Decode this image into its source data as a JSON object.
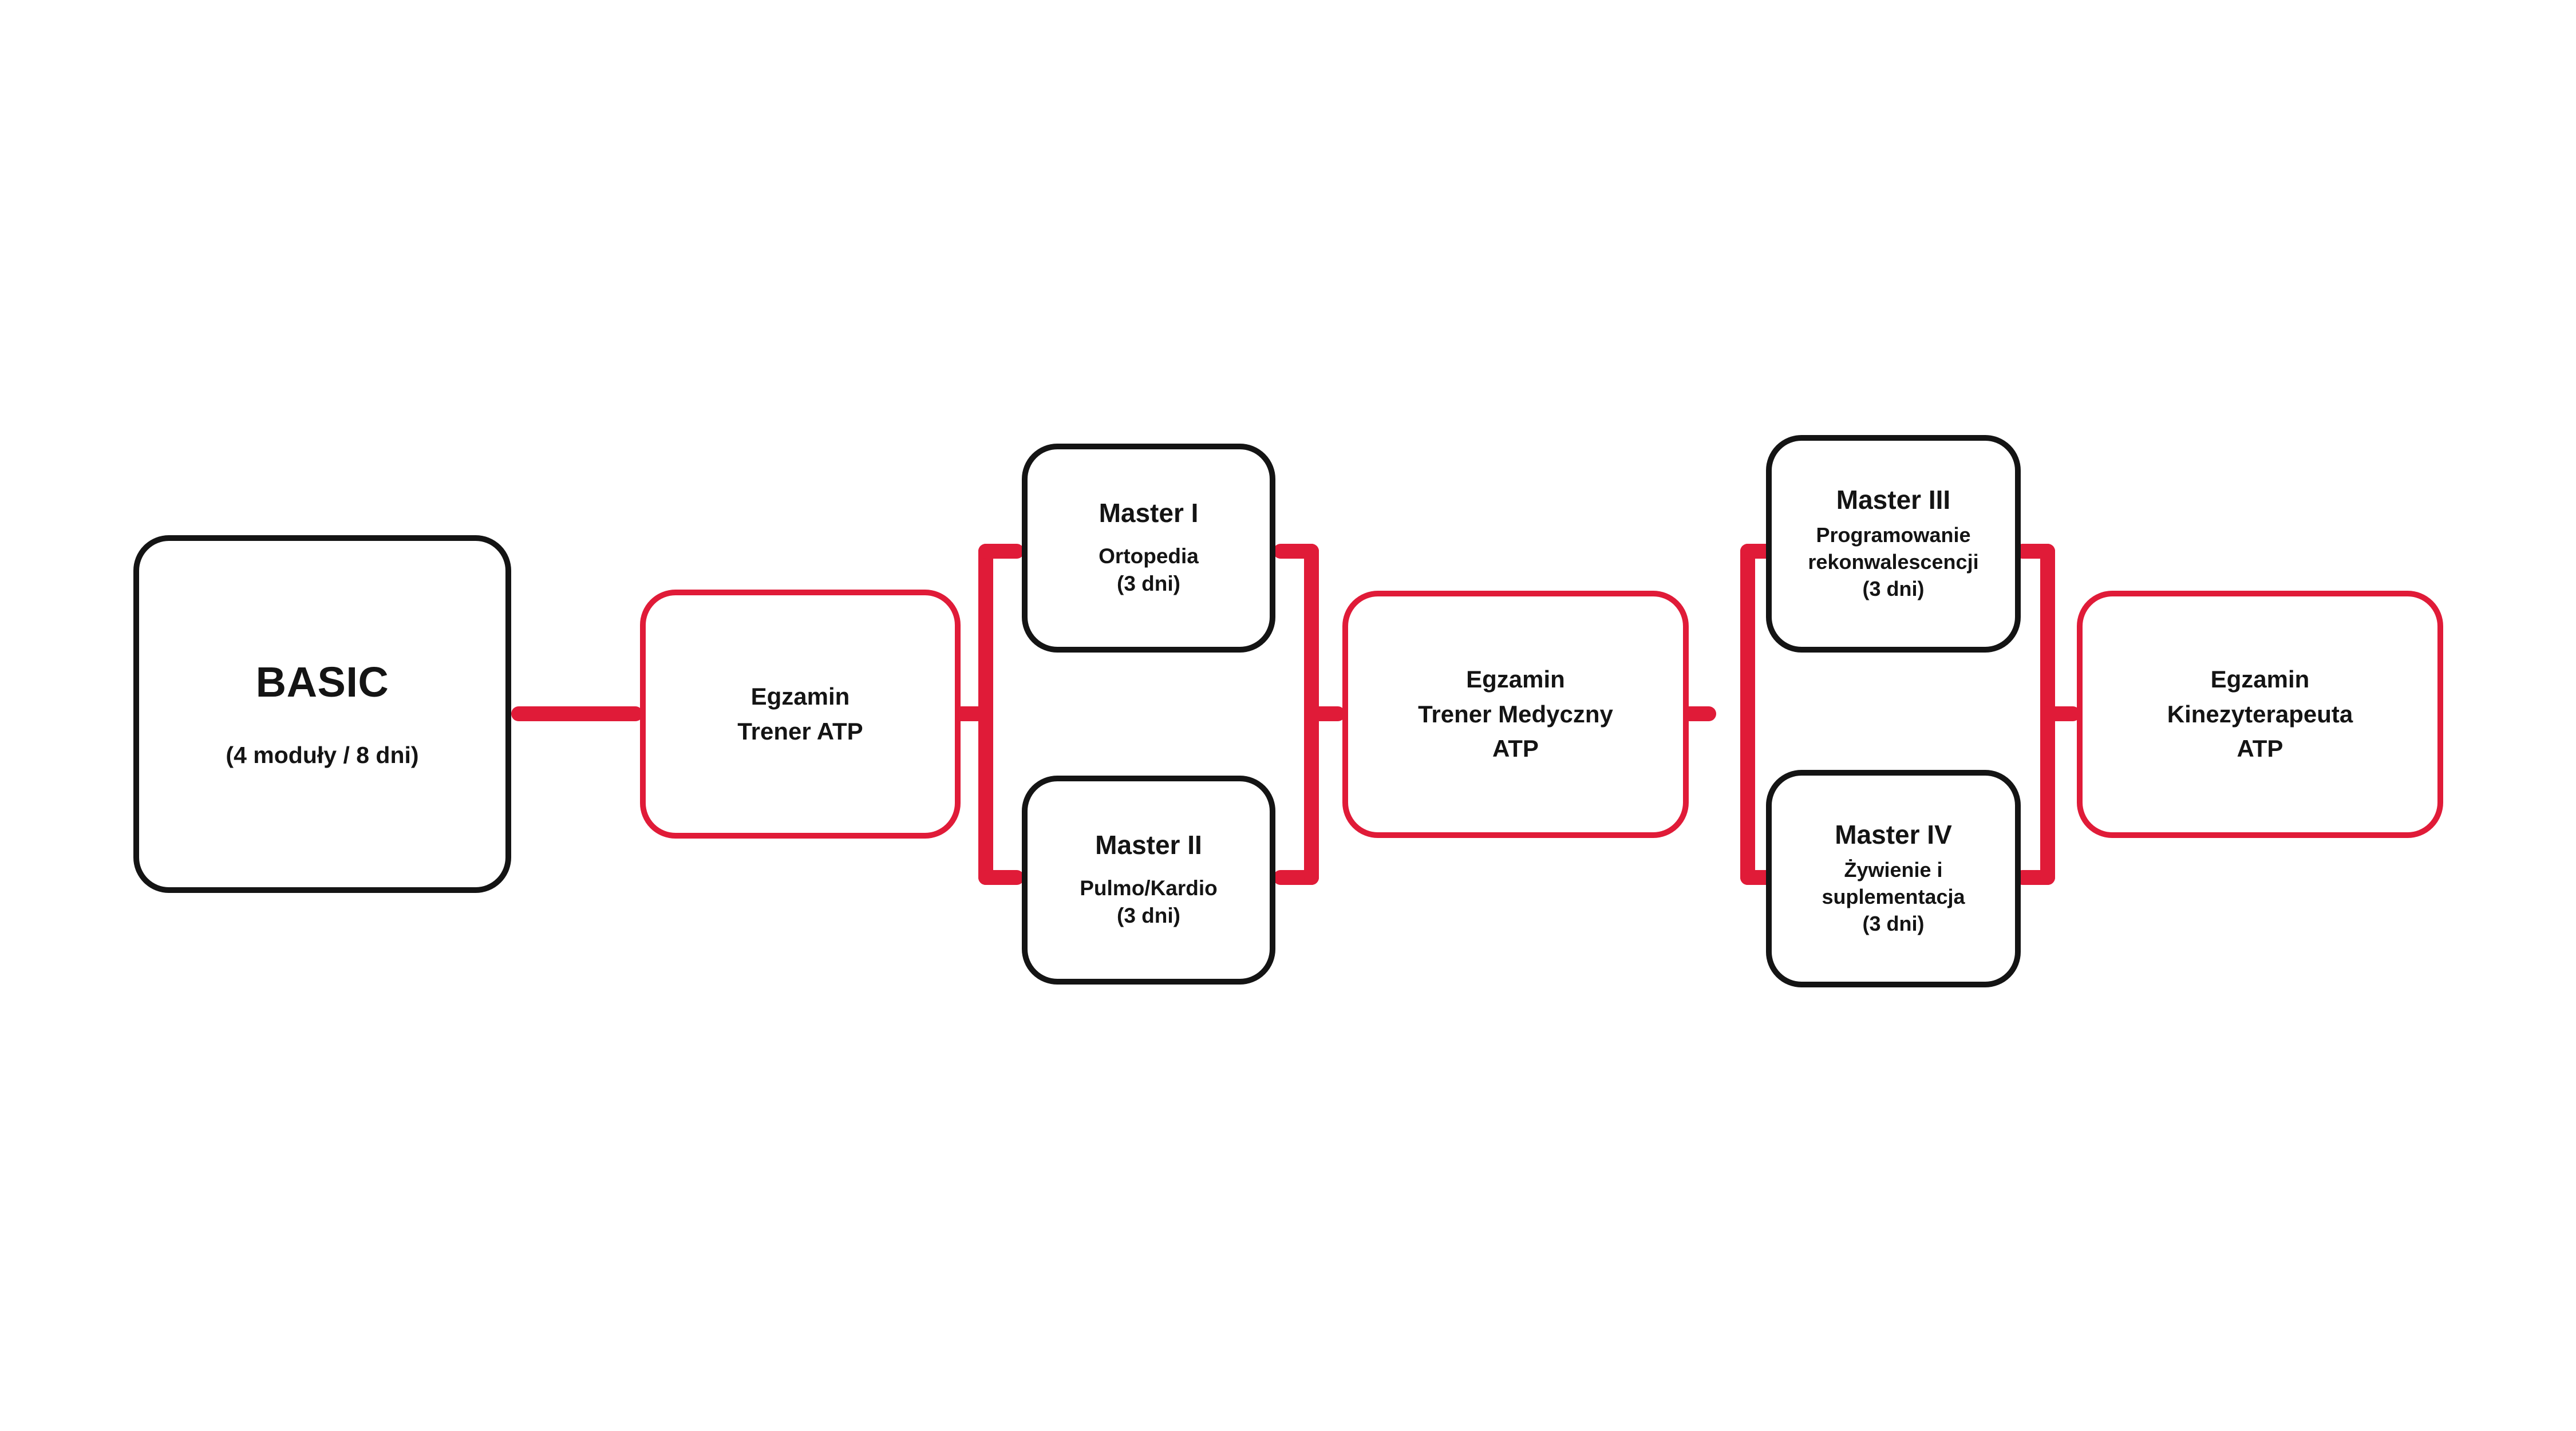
{
  "diagram": {
    "title_hidden": "",
    "colors": {
      "accent_red": "#E01B38",
      "node_black": "#141414",
      "background": "#FFFFFF"
    },
    "nodes": {
      "basic": {
        "type": "course",
        "title": "BASIC",
        "subtitle": "(4 moduły / 8 dni)"
      },
      "exam_trener": {
        "type": "exam",
        "line1": "Egzamin",
        "line2": "Trener ATP"
      },
      "master1": {
        "type": "module",
        "title": "Master I",
        "subtitle": "Ortopedia",
        "days": "(3 dni)"
      },
      "master2": {
        "type": "module",
        "title": "Master II",
        "subtitle": "Pulmo/Kardio",
        "days": "(3 dni)"
      },
      "exam_medyczny": {
        "type": "exam",
        "line1": "Egzamin",
        "line2": "Trener Medyczny",
        "line3": "ATP"
      },
      "master3": {
        "type": "module",
        "title": "Master III",
        "subtitle_line1": "Programowanie",
        "subtitle_line2": "rekonwalescencji",
        "days": "(3 dni)"
      },
      "master4": {
        "type": "module",
        "title": "Master IV",
        "subtitle_line1": "Żywienie i",
        "subtitle_line2": "suplementacja",
        "days": "(3 dni)"
      },
      "exam_kinezyterapeuta": {
        "type": "exam",
        "line1": "Egzamin",
        "line2": "Kinezyterapeuta",
        "line3": "ATP"
      }
    },
    "connectors": [
      {
        "id": "basic-to-exam-trener",
        "kind": "straight"
      },
      {
        "id": "exam-trener-to-masters-12",
        "kind": "bracket-right"
      },
      {
        "id": "masters-12-to-exam-medyczny",
        "kind": "bracket-left"
      },
      {
        "id": "exam-medyczny-to-masters-34",
        "kind": "bracket-right"
      },
      {
        "id": "masters-34-to-exam-kinezyterapeuta",
        "kind": "bracket-left"
      }
    ]
  }
}
